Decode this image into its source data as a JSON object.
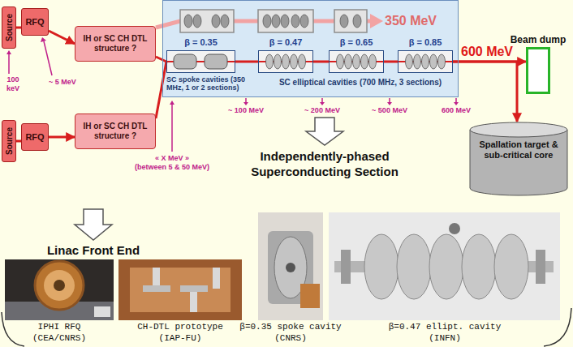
{
  "diagram": {
    "nodes": [
      {
        "text": [
          "Source"
        ]
      },
      {
        "text": [
          "RFQ"
        ]
      },
      {
        "text": [
          "IH or SC CH DTL structure ?"
        ]
      },
      {
        "text": [
          "Source"
        ]
      },
      {
        "text": [
          "RFQ"
        ]
      },
      {
        "text": [
          "IH or SC CH DTL structure ?"
        ]
      },
      {
        "text": [
          "SC spoke cavities (350 MHz, 1 or 2 sections)",
          "SC elliptical cavities (700 MHz, 3 sections)"
        ]
      },
      {
        "text": [
          "β = 0.35"
        ],
        "in": 6
      },
      {
        "text": [
          "β = 0.47"
        ],
        "in": 6
      },
      {
        "text": [
          "β = 0.65"
        ],
        "in": 6
      },
      {
        "text": [
          "β = 0.85"
        ],
        "in": 6
      },
      {
        "text": [
          "Beam dump"
        ]
      },
      {
        "text": [
          "Spallation target & sub-critical core"
        ]
      }
    ],
    "edges": [
      {
        "from": 0,
        "to": 1,
        "arrow": "none"
      },
      {
        "from": 1,
        "to": 2,
        "arrow": "to"
      },
      {
        "from": 3,
        "to": 4,
        "arrow": "none"
      },
      {
        "from": 4,
        "to": 5,
        "arrow": "to"
      },
      {
        "from": 2,
        "to": 7,
        "arrow": "none"
      },
      {
        "from": 5,
        "to": 7,
        "arrow": "none"
      },
      {
        "from": 7,
        "to": 8,
        "arrow": "none"
      },
      {
        "from": 8,
        "to": 9,
        "arrow": "none"
      },
      {
        "from": 9,
        "to": 10,
        "arrow": "none"
      },
      {
        "from": 10,
        "to": 11,
        "arrow": "to"
      },
      {
        "from": 10,
        "to": 12,
        "arrow": "to"
      }
    ],
    "labels": [
      "350 MeV",
      "100 keV",
      "~ 5 MeV",
      "« X MeV »",
      "(between 5 & 50 MeV)",
      "~ 100 MeV",
      "~ 200 MeV",
      "~ 500 MeV",
      "600 MeV",
      "600 MeV",
      "Linac Front End",
      "Independently-phased Superconducting Section",
      "IPHI RFQ",
      "(CEA/CNRS)",
      "CH-DTL prototype",
      "(IAP-FU)",
      "β=0.35 spoke cavity",
      "(CNRS)",
      "β=0.47 ellipt. cavity",
      "(INFN)"
    ]
  }
}
